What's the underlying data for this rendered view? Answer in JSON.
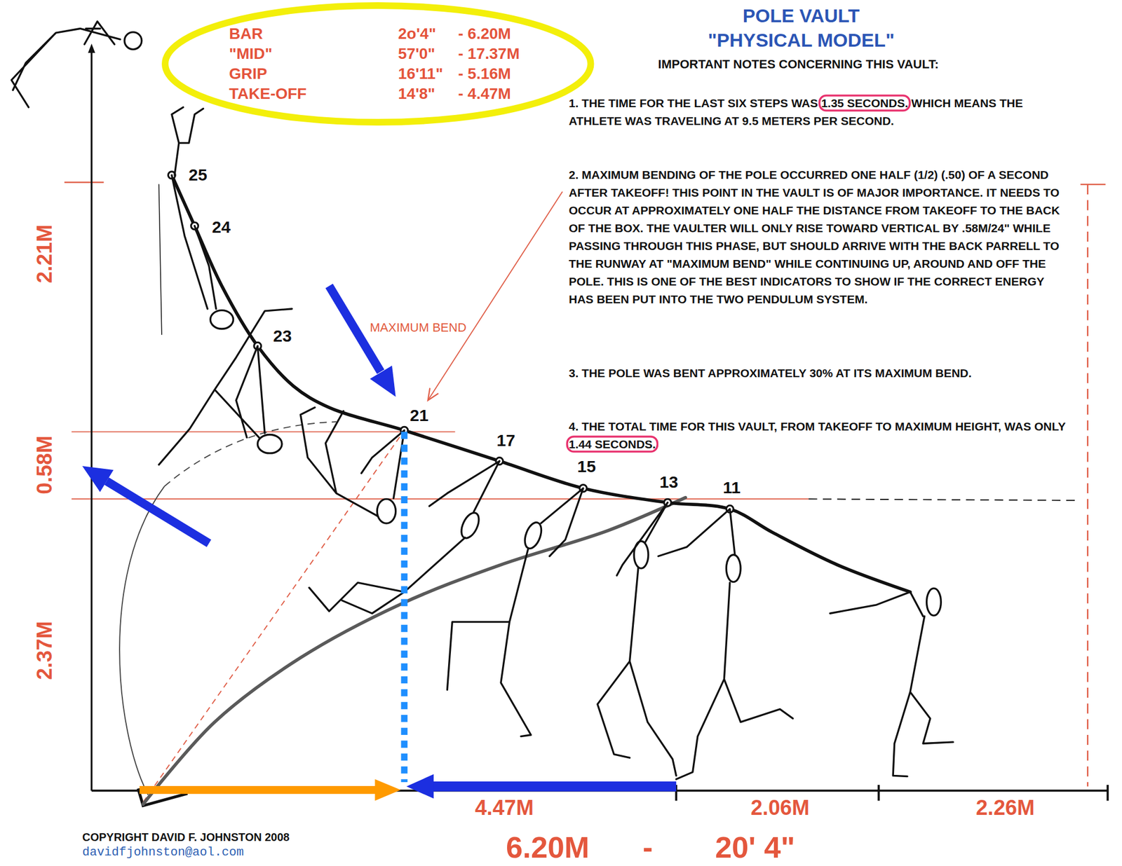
{
  "diagram": {
    "title": "POLE VAULT \"PHYSICAL MODEL\"",
    "nodes": [
      {
        "text": [
          "BAR",
          "2o'4\"",
          "- 6.20M",
          "\"MID\"",
          "57'0\"",
          "- 17.37M",
          "GRIP",
          "16'11\"",
          "- 5.16M",
          "TAKE-OFF",
          "14'8\"",
          "- 4.47M"
        ]
      }
    ],
    "labels": [
      "IMPORTANT NOTES CONCERNING THIS VAULT:",
      "1. THE TIME FOR THE LAST SIX STEPS WAS 1.35 SECONDS. WHICH MEANS THE ATHLETE WAS TRAVELING AT 9.5 METERS PER SECOND.",
      "2. MAXIMUM BENDING OF THE POLE OCCURRED ONE HALF (1/2) (.50) OF A SECOND AFTER TAKEOFF! THIS POINT IN THE VAULT IS OF MAJOR IMPORTANCE. IT NEEDS TO OCCUR AT APPROXIMATELY ONE HALF THE DISTANCE FROM TAKEOFF TO THE BACK OF THE BOX. THE VAULTER WILL ONLY RISE TOWARD VERTICAL BY .58M/24\" WHILE PASSING THROUGH THIS PHASE, BUT SHOULD ARRIVE WITH THE BACK PARRELL TO THE RUNWAY AT \"MAXIMUM BEND\" WHILE CONTINUING UP, AROUND AND OFF THE POLE. THIS IS ONE OF THE BEST INDICATORS TO SHOW IF THE CORRECT ENERGY HAS BEEN PUT INTO THE TWO PENDULUM SYSTEM.",
      "3. THE POLE WAS BENT APPROXIMATELY 30% AT ITS MAXIMUM BEND.",
      "4. THE TOTAL TIME FOR THIS VAULT, FROM TAKEOFF TO MAXIMUM HEIGHT, WAS ONLY 1.44 SECONDS.",
      "MAXIMUM BEND",
      "25",
      "24",
      "23",
      "21",
      "17",
      "15",
      "13",
      "11",
      "2.21M",
      "0.58M",
      "2.37M",
      "4.47M",
      "2.06M",
      "2.26M",
      "6.20M",
      "-",
      "20' 4\"",
      "COPYRIGHT DAVID F. JOHNSTON 2008",
      "davidfjohnston@aol.com"
    ]
  }
}
